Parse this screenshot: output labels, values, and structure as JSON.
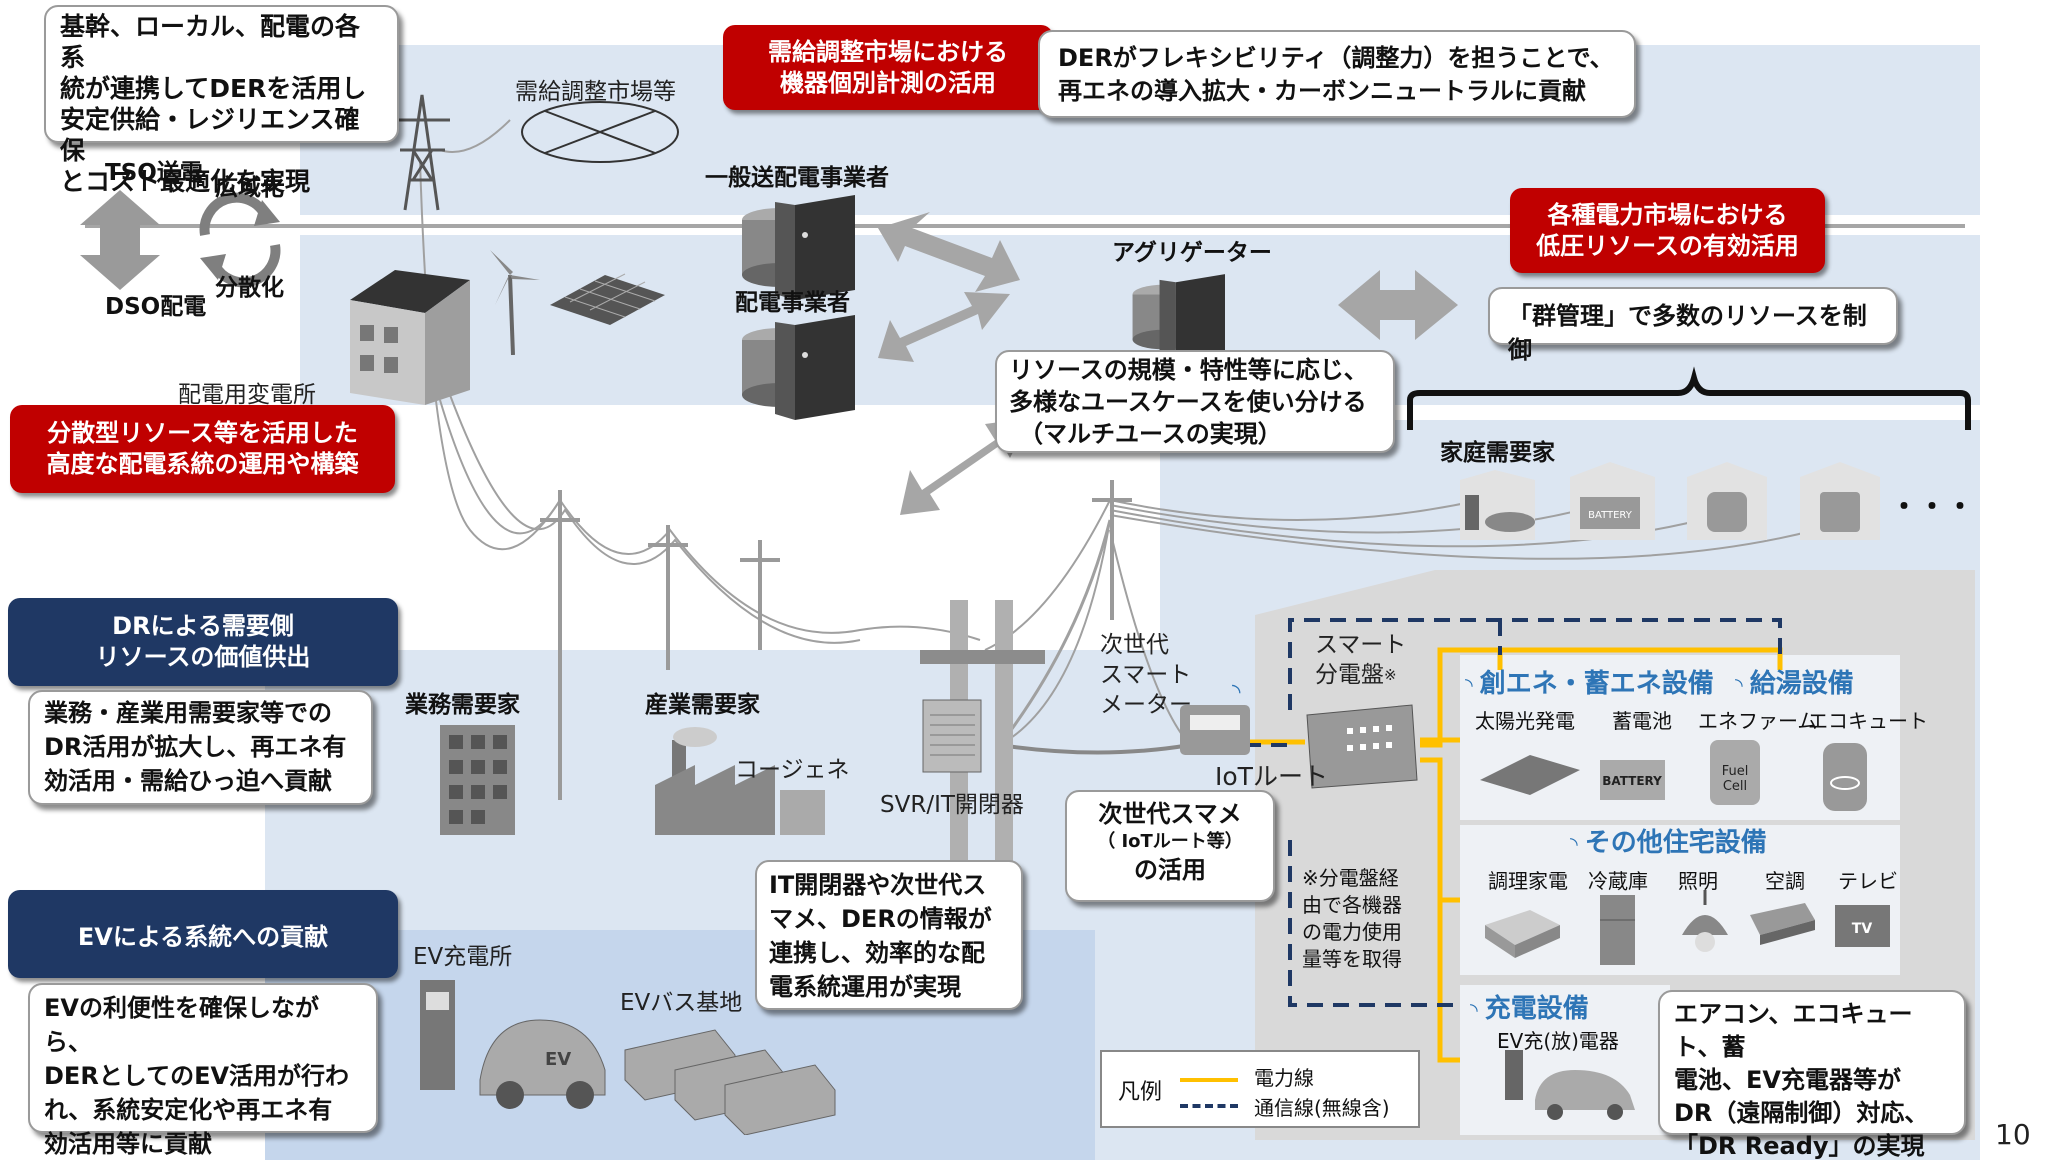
{
  "top_left_callout": [
    "基幹、ローカル、配電の各系",
    "統が連携してDERを活用し",
    "安定供給・レジリエンス確保",
    "とコスト最適化を実現"
  ],
  "market_label": "需給調整市場等",
  "red_box_individual_meter": [
    "需給調整市場における",
    "機器個別計測の活用"
  ],
  "der_flex_callout": [
    "DERがフレキシビリティ（調整力）を担うことで、",
    "再エネの導入拡大・カーボンニュートラルに貢献"
  ],
  "tso_label": "TSO送電",
  "dso_label": "DSO配電",
  "wide_area_label": "広域化",
  "distributed_label": "分散化",
  "general_td_operator": "一般送配電事業者",
  "distribution_operator": "配電事業者",
  "aggregator": "アグリゲーター",
  "red_box_low_voltage": [
    "各種電力市場における",
    "低圧リソースの有効活用"
  ],
  "group_management_callout": "「群管理」で多数のリソースを制御",
  "substation_label": "配電用変電所",
  "red_box_distribution": [
    "分散型リソース等を活用した",
    "高度な配電系統の運用や構築"
  ],
  "multiuse_callout": [
    "リソースの規模・特性等に応じ、",
    "多様なユースケースを使い分ける",
    "（マルチユースの実現）"
  ],
  "household_label": "家庭需要家",
  "ellipsis": "・・・",
  "appliance_labels": {
    "battery": "BATTERY",
    "ecocute": "エコキュート",
    "fuel_cell": "Fuel Cell",
    "refrigerator": "Refrigerator",
    "tv": "TV",
    "ev": "EV"
  },
  "navy_box_dr": [
    "DRによる需要側",
    "リソースの価値供出"
  ],
  "dr_callout": [
    "業務・産業用需要家等での",
    "DR活用が拡大し、再エネ有",
    "効活用・需給ひっ迫へ貢献"
  ],
  "business_consumer": "業務需要家",
  "industrial_consumer": "産業需要家",
  "cogeneration": "コージェネ",
  "svr_label": "SVR/IT開閉器",
  "smart_meter_label": [
    "次世代",
    "スマート",
    "メーター"
  ],
  "smart_panel_label": [
    "スマート",
    "分電盤"
  ],
  "smart_panel_note_mark": "※",
  "iot_route": "IoTルート",
  "next_meter_callout": [
    "次世代スマメ",
    "（ IoTルート等）",
    "の活用"
  ],
  "panel_note": [
    "※分電盤経",
    "由で各機器",
    "の電力使用",
    "量等を取得"
  ],
  "section_generation": "創エネ・蓄エネ設備",
  "section_hot_water": "給湯設備",
  "generation_items": [
    "太陽光発電",
    "蓄電池",
    "エネファーム",
    "エコキュート"
  ],
  "section_other": "その他住宅設備",
  "other_items": [
    "調理家電",
    "冷蔵庫",
    "照明",
    "空調",
    "テレビ"
  ],
  "navy_box_ev": "EVによる系統への貢献",
  "ev_callout": [
    "EVの利便性を確保しながら、",
    "DERとしてのEV活用が行わ",
    "れ、系統安定化や再エネ有",
    "効活用等に貢献"
  ],
  "ev_station": "EV充電所",
  "ev_bus_depot": "EVバス基地",
  "it_switch_callout": [
    "IT開閉器や次世代ス",
    "マメ、DERの情報が",
    "連携し、効率的な配",
    "電系統運用が実現"
  ],
  "section_charging": "充電設備",
  "ev_charger": "EV充(放)電器",
  "legend_title": "凡例",
  "legend_power": "電力線",
  "legend_comm": "通信線(無線含)",
  "dr_ready_callout": [
    "エアコン、エコキュート、蓄",
    "電池、EV充電器等が",
    "DR（遠隔制御）対応、",
    "「DR Ready」の実現"
  ],
  "page_number": "10",
  "colors": {
    "red": "#c00000",
    "navy": "#1f3864",
    "band": "#dce6f2",
    "power_line": "#ffc000",
    "comm_line": "#1f3864",
    "section_title": "#2e75b6"
  }
}
